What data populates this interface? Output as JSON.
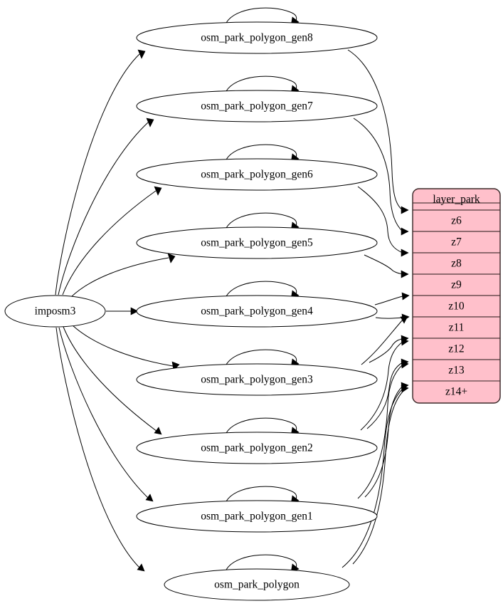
{
  "diagram": {
    "type": "directed-graph",
    "title": "imposm3 park polygon generalization graph",
    "background_color": "#ffffff",
    "source_node": {
      "id": "imposm3",
      "label": "imposm3",
      "shape": "ellipse",
      "fill": "#ffffff",
      "stroke": "#000000"
    },
    "table_node": {
      "id": "layer_park",
      "header": "layer_park",
      "fill": "#ffc0cb",
      "stroke": "#3d2b2b",
      "rows": [
        {
          "label": "z6"
        },
        {
          "label": "z7"
        },
        {
          "label": "z8"
        },
        {
          "label": "z9"
        },
        {
          "label": "z10"
        },
        {
          "label": "z11"
        },
        {
          "label": "z12"
        },
        {
          "label": "z13"
        },
        {
          "label": "z14+"
        }
      ]
    },
    "polygon_nodes": [
      {
        "id": "osm_park_polygon_gen8",
        "label": "osm_park_polygon_gen8",
        "target_row": "z6",
        "self_loop": true
      },
      {
        "id": "osm_park_polygon_gen7",
        "label": "osm_park_polygon_gen7",
        "target_row": "z7",
        "self_loop": true
      },
      {
        "id": "osm_park_polygon_gen6",
        "label": "osm_park_polygon_gen6",
        "target_row": "z8",
        "self_loop": true
      },
      {
        "id": "osm_park_polygon_gen5",
        "label": "osm_park_polygon_gen5",
        "target_row": "z9",
        "self_loop": true
      },
      {
        "id": "osm_park_polygon_gen4",
        "label": "osm_park_polygon_gen4",
        "target_row": "z10",
        "self_loop": true
      },
      {
        "id": "osm_park_polygon_gen3",
        "label": "osm_park_polygon_gen3",
        "target_row": "z11",
        "self_loop": true
      },
      {
        "id": "osm_park_polygon_gen2",
        "label": "osm_park_polygon_gen2",
        "target_row": "z12",
        "self_loop": true
      },
      {
        "id": "osm_park_polygon_gen1",
        "label": "osm_park_polygon_gen1",
        "target_row": "z13",
        "self_loop": true
      },
      {
        "id": "osm_park_polygon",
        "label": "osm_park_polygon",
        "target_row": "z14+",
        "self_loop": true
      }
    ],
    "edges_from_source": [
      {
        "from": "imposm3",
        "to": "osm_park_polygon_gen8"
      },
      {
        "from": "imposm3",
        "to": "osm_park_polygon_gen7"
      },
      {
        "from": "imposm3",
        "to": "osm_park_polygon_gen6"
      },
      {
        "from": "imposm3",
        "to": "osm_park_polygon_gen5"
      },
      {
        "from": "imposm3",
        "to": "osm_park_polygon_gen4"
      },
      {
        "from": "imposm3",
        "to": "osm_park_polygon_gen3"
      },
      {
        "from": "imposm3",
        "to": "osm_park_polygon_gen2"
      },
      {
        "from": "imposm3",
        "to": "osm_park_polygon_gen1"
      },
      {
        "from": "imposm3",
        "to": "osm_park_polygon"
      }
    ]
  }
}
